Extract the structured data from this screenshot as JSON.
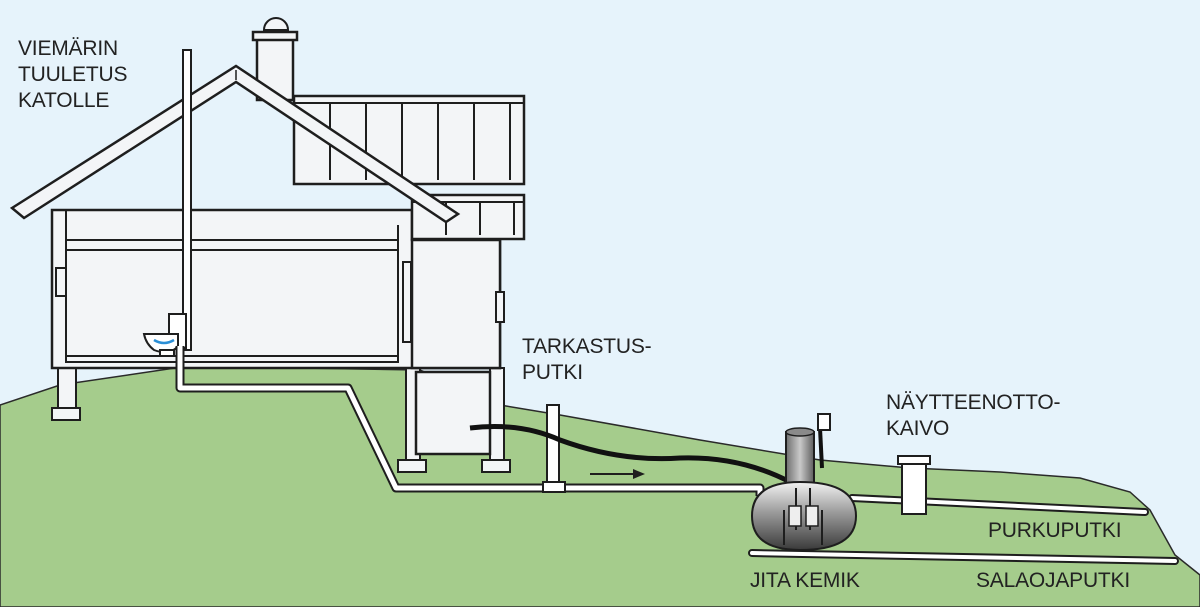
{
  "labels": {
    "vent": [
      "VIEMÄRIN",
      "TUULETUS",
      "KATOLLE"
    ],
    "inspection": [
      "TARKASTUS-",
      "PUTKI"
    ],
    "sampling": [
      "NÄYTTEENOTTO-",
      "KAIVO"
    ],
    "discharge": "PURKUPUTKI",
    "tank": "JITA KEMIK",
    "drainage": "SALAOJAPUTKI"
  },
  "colors": {
    "sky": "#e6f3fb",
    "ground": "#a5cc8c",
    "house": "#f3f5f7",
    "outline": "#1e1e1e",
    "water": "#2b8fd6"
  }
}
